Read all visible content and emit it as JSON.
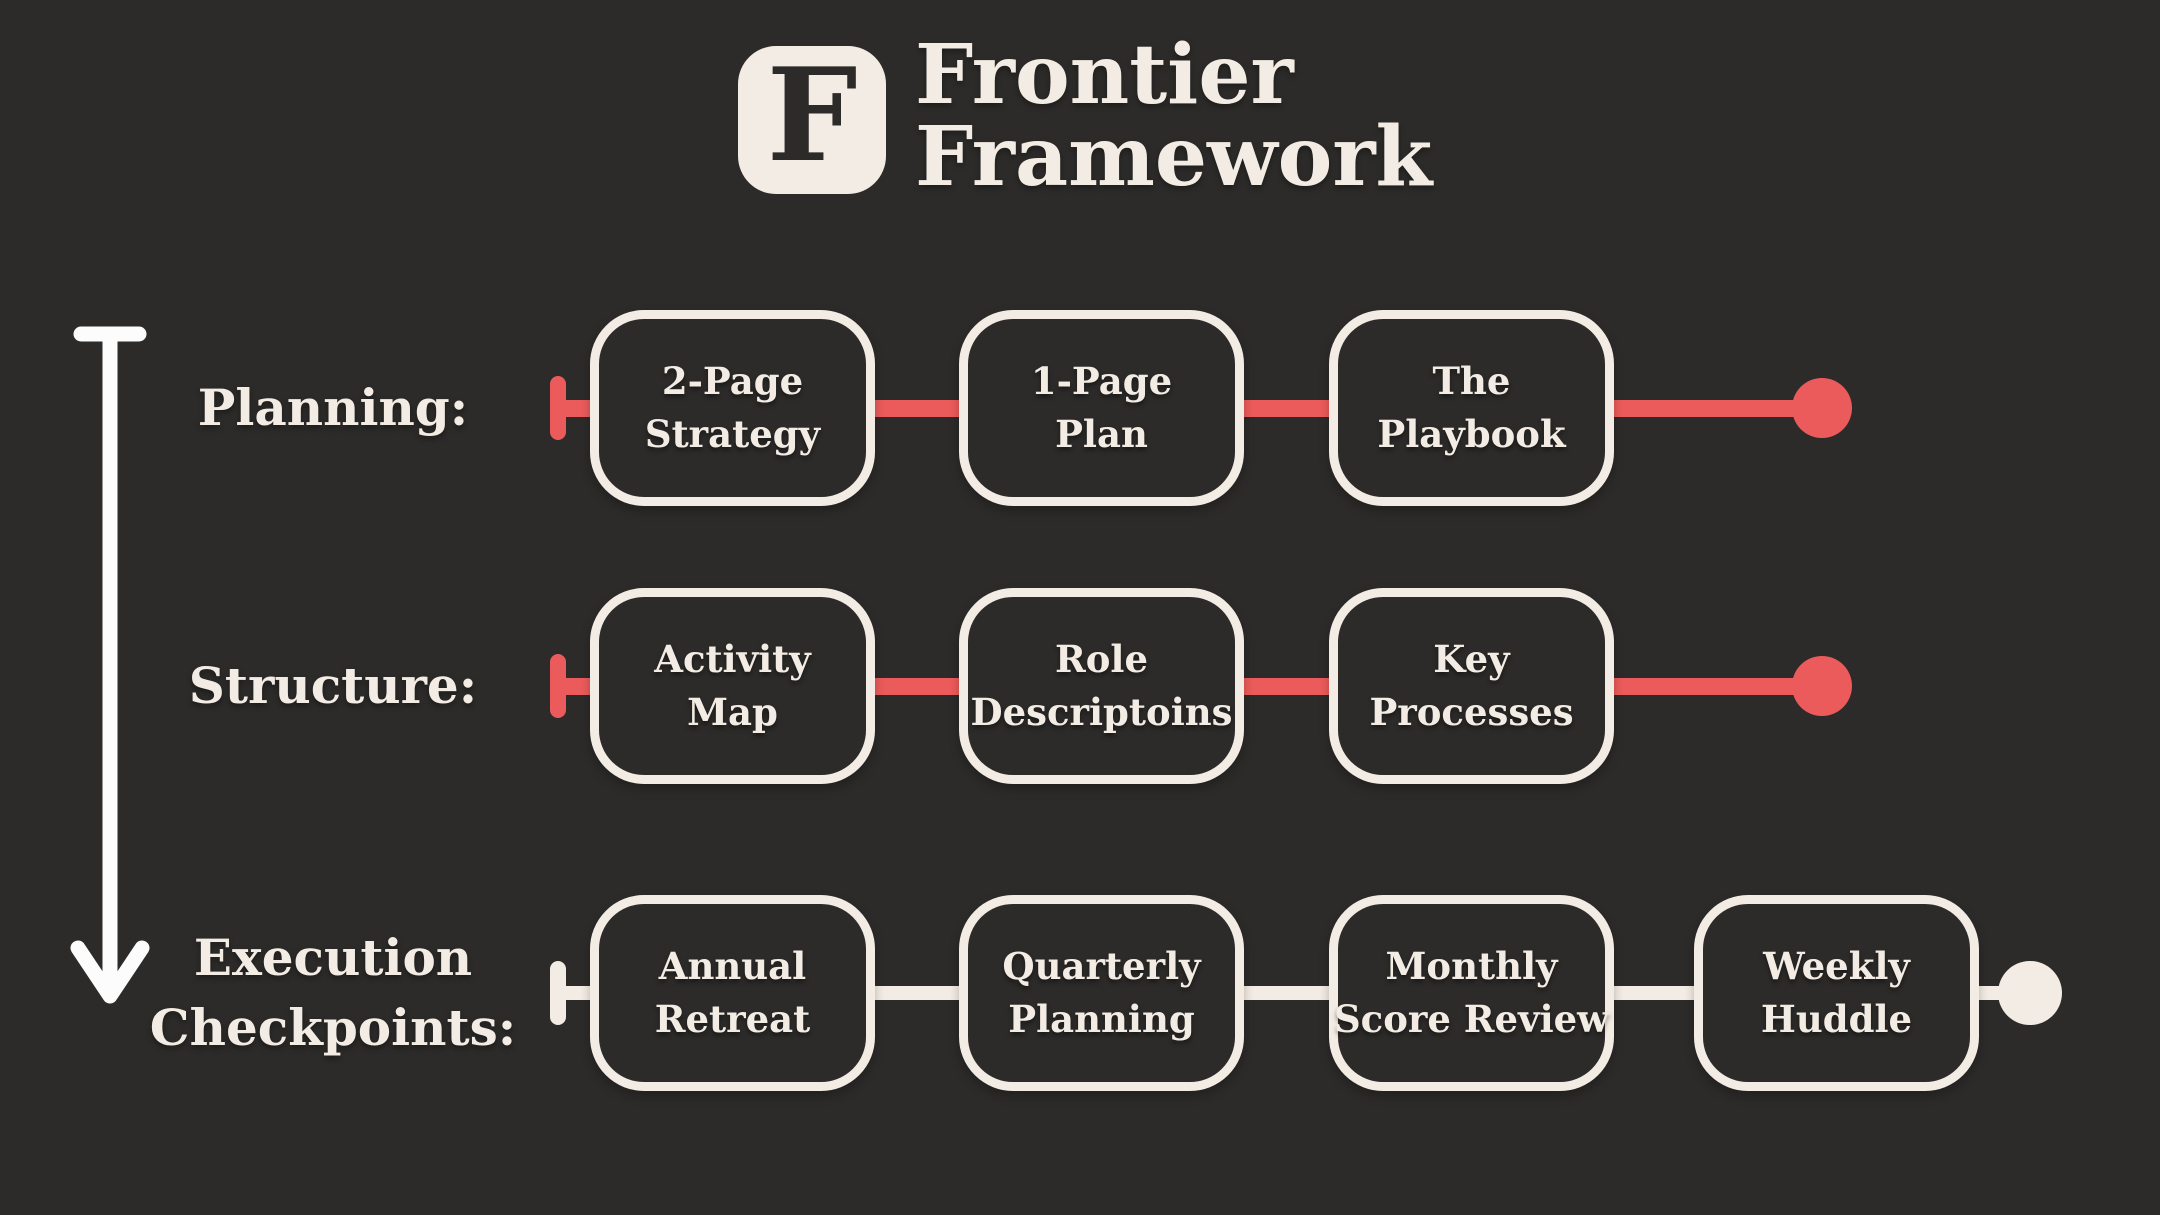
{
  "header": {
    "logo_letter": "F",
    "title_line1": "Frontier",
    "title_line2": "Framework"
  },
  "colors": {
    "background": "#2c2b29",
    "cream": "#f3ece4",
    "red": "#ec5b5b",
    "arrow_white": "#fcfcfc"
  },
  "rows": [
    {
      "label_line1": "Planning:",
      "label_line2": "",
      "accent": "#ec5b5b",
      "boxes": [
        {
          "line1": "2-Page",
          "line2": "Strategy"
        },
        {
          "line1": "1-Page",
          "line2": "Plan"
        },
        {
          "line1": "The",
          "line2": "Playbook"
        }
      ]
    },
    {
      "label_line1": "Structure:",
      "label_line2": "",
      "accent": "#ec5b5b",
      "boxes": [
        {
          "line1": "Activity",
          "line2": "Map"
        },
        {
          "line1": "Role",
          "line2": "Descriptoins"
        },
        {
          "line1": "Key",
          "line2": "Processes"
        }
      ]
    },
    {
      "label_line1": "Execution",
      "label_line2": "Checkpoints:",
      "accent": "#f3ece4",
      "boxes": [
        {
          "line1": "Annual",
          "line2": "Retreat"
        },
        {
          "line1": "Quarterly",
          "line2": "Planning"
        },
        {
          "line1": "Monthly",
          "line2": "Score Review"
        },
        {
          "line1": "Weekly",
          "line2": "Huddle"
        }
      ]
    }
  ]
}
